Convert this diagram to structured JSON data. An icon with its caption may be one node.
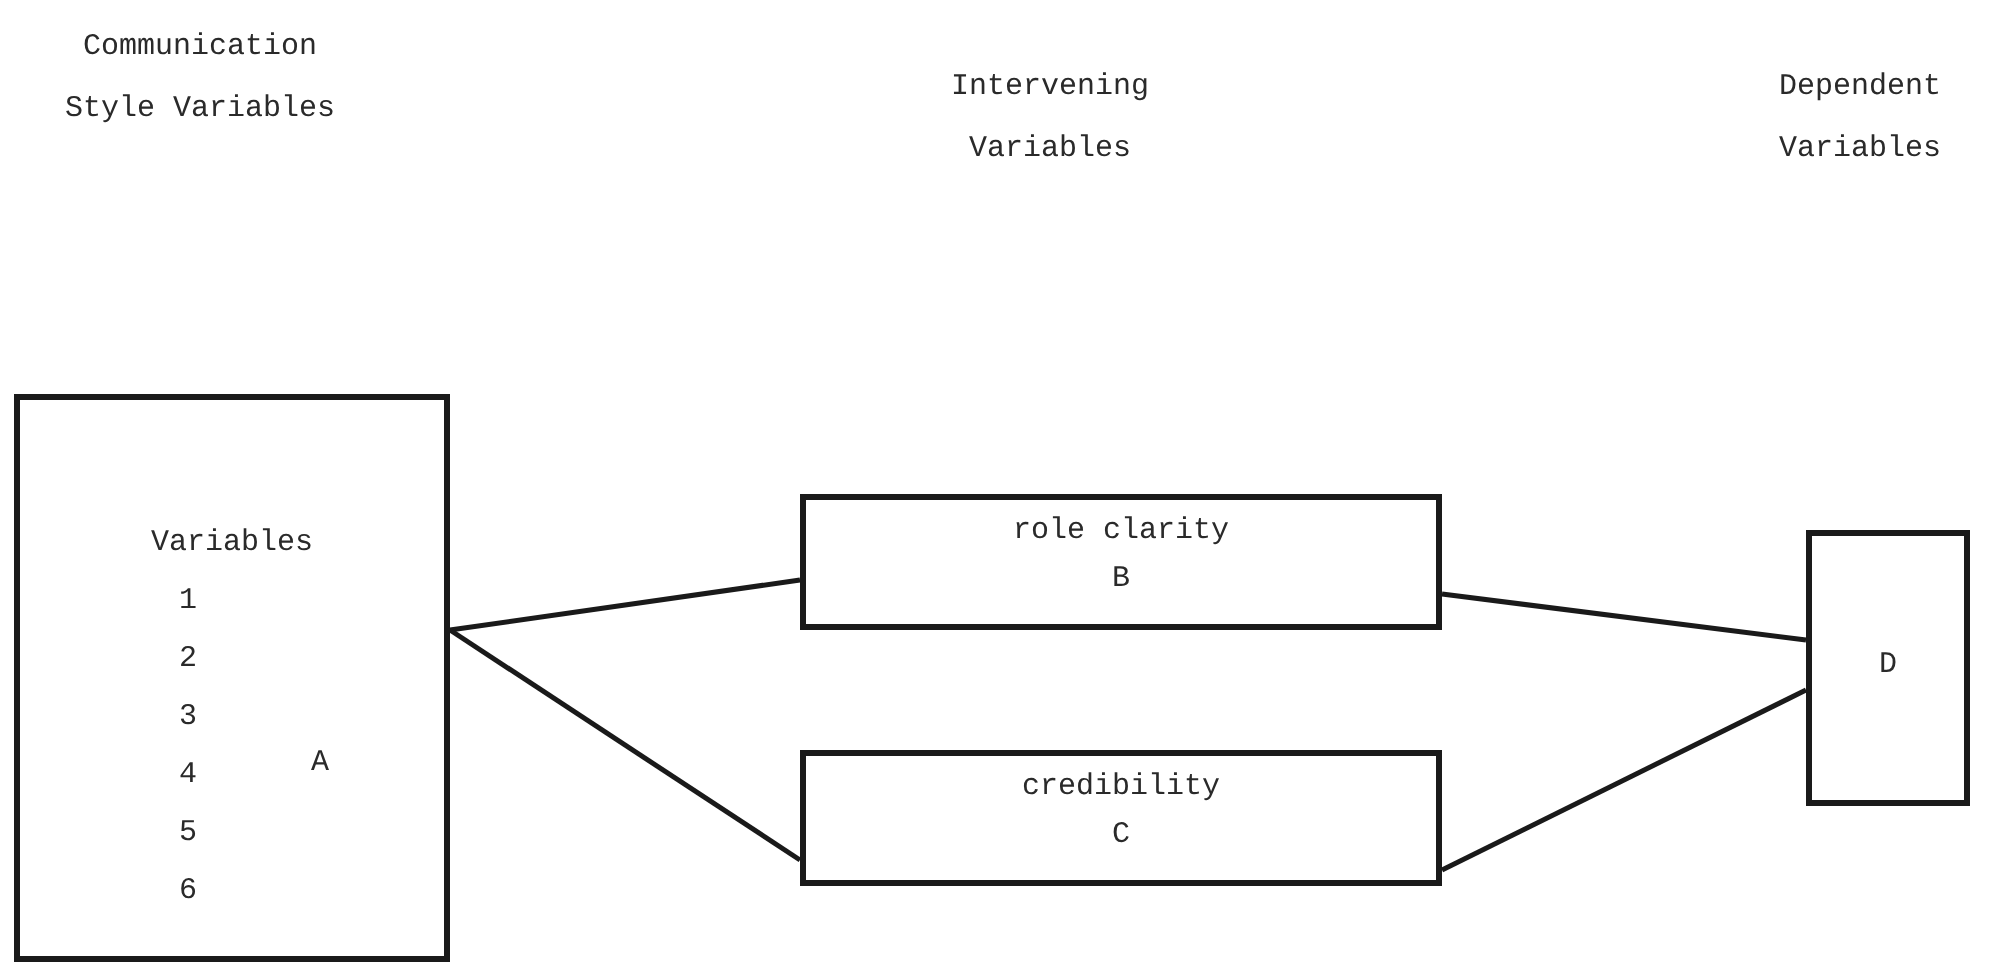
{
  "diagram": {
    "nodes": [
      {
        "text": [
          "Variables",
          "1 2 3 4 5 6",
          "A"
        ]
      },
      {
        "text": [
          "role clarity",
          "B"
        ]
      },
      {
        "text": [
          "credibility",
          "C"
        ]
      },
      {
        "text": [
          "D"
        ]
      }
    ],
    "edges": [
      {
        "from": 0,
        "to": 1,
        "arrow": "none"
      },
      {
        "from": 0,
        "to": 2,
        "arrow": "none"
      },
      {
        "from": 1,
        "to": 3,
        "arrow": "none"
      },
      {
        "from": 2,
        "to": 3,
        "arrow": "none"
      }
    ],
    "labels": [
      "Communication Style Variables",
      "Intervening Variables",
      "Dependent Variables"
    ]
  }
}
